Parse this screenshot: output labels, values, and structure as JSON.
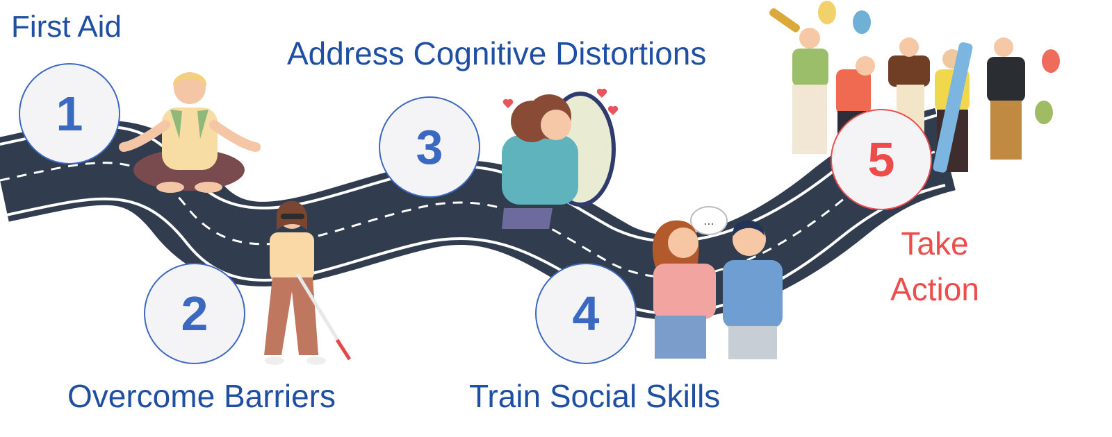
{
  "steps": [
    {
      "number": "1",
      "label": "First Aid"
    },
    {
      "number": "2",
      "label": "Overcome Barriers"
    },
    {
      "number": "3",
      "label": "Address Cognitive Distortions"
    },
    {
      "number": "4",
      "label": "Train Social Skills"
    },
    {
      "number": "5",
      "label": "Take Action"
    }
  ],
  "speech_bubble": "...",
  "colors": {
    "road": "#313d4f",
    "road_line": "#ffffff",
    "label_blue": "#1f4fa3",
    "accent_red": "#ee4b4b",
    "circle_fill": "#f4f4f7"
  }
}
